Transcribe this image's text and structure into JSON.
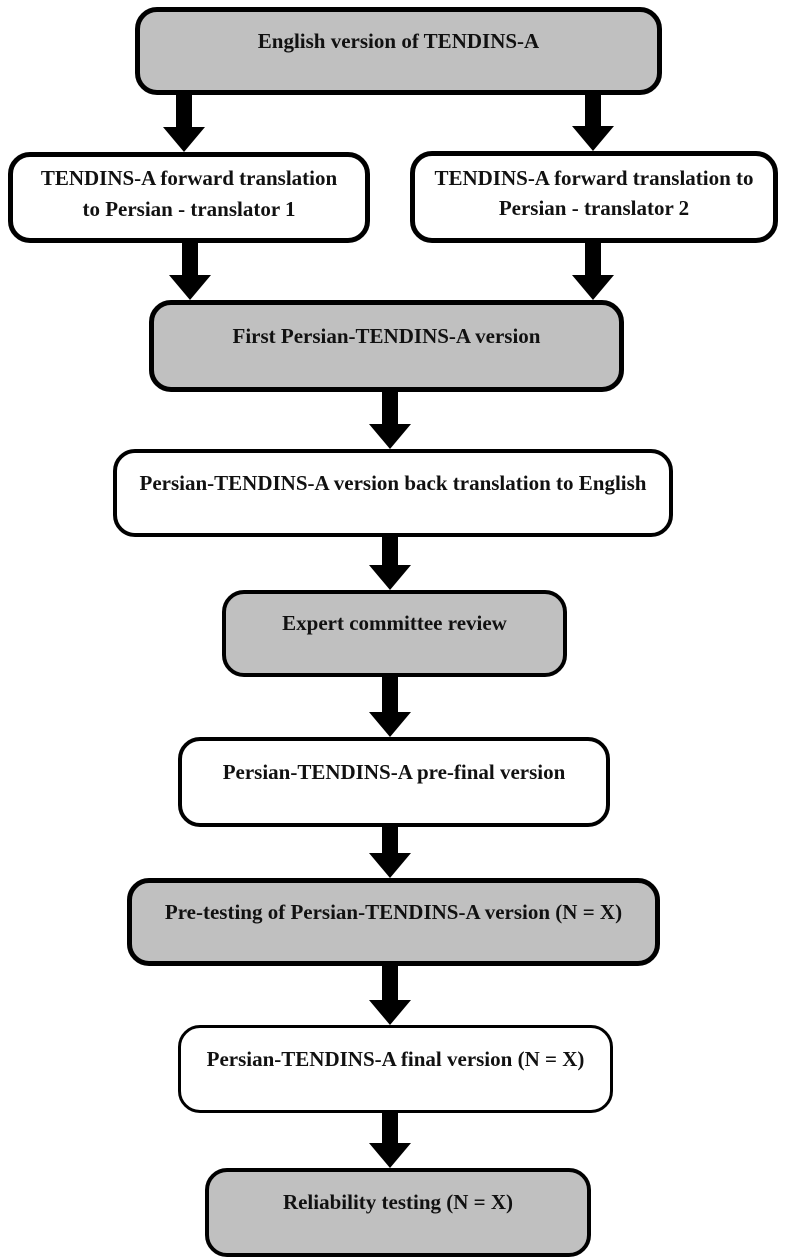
{
  "colors": {
    "node_gray": "#c0c0c0",
    "node_white": "#ffffff",
    "border": "#000000",
    "arrow": "#000000",
    "text": "#111111"
  },
  "nodes": [
    {
      "id": "english-version",
      "fill": "gray",
      "label": "English version of TENDINS-A",
      "lines": [
        "English version of TENDINS-A"
      ]
    },
    {
      "id": "forward-translation-translator-1",
      "fill": "white",
      "label": "TENDINS-A forward translation to Persian - translator 1",
      "lines": [
        "TENDINS-A forward translation",
        "to Persian - translator 1"
      ]
    },
    {
      "id": "forward-translation-translator-2",
      "fill": "white",
      "label": "TENDINS-A forward translation to Persian - translator 2",
      "lines": [
        "TENDINS-A forward translation to",
        "Persian - translator 2"
      ]
    },
    {
      "id": "first-persian-version",
      "fill": "gray",
      "label": "First Persian-TENDINS-A version",
      "lines": [
        "First Persian-TENDINS-A version"
      ]
    },
    {
      "id": "back-translation-to-english",
      "fill": "white",
      "label": "Persian-TENDINS-A version back translation to English",
      "lines": [
        "Persian-TENDINS-A version back translation to English"
      ]
    },
    {
      "id": "expert-committee-review",
      "fill": "gray",
      "label": "Expert committee review",
      "lines": [
        "Expert committee review"
      ]
    },
    {
      "id": "pre-final-version",
      "fill": "white",
      "label": "Persian-TENDINS-A pre-final version",
      "lines": [
        "Persian-TENDINS-A pre-final version"
      ]
    },
    {
      "id": "pre-testing",
      "fill": "gray",
      "label": "Pre-testing of Persian-TENDINS-A version (N = X)",
      "lines": [
        "Pre-testing of Persian-TENDINS-A version (N = X)"
      ]
    },
    {
      "id": "final-version",
      "fill": "white",
      "label": "Persian-TENDINS-A final version (N = X)",
      "lines": [
        "Persian-TENDINS-A final version (N = X)"
      ]
    },
    {
      "id": "reliability-testing",
      "fill": "gray",
      "label": "Reliability testing (N = X)",
      "lines": [
        "Reliability testing (N = X)"
      ]
    }
  ],
  "edges": [
    {
      "from": "english-version",
      "to": "forward-translation-translator-1"
    },
    {
      "from": "english-version",
      "to": "forward-translation-translator-2"
    },
    {
      "from": "forward-translation-translator-1",
      "to": "first-persian-version"
    },
    {
      "from": "forward-translation-translator-2",
      "to": "first-persian-version"
    },
    {
      "from": "first-persian-version",
      "to": "back-translation-to-english"
    },
    {
      "from": "back-translation-to-english",
      "to": "expert-committee-review"
    },
    {
      "from": "expert-committee-review",
      "to": "pre-final-version"
    },
    {
      "from": "pre-final-version",
      "to": "pre-testing"
    },
    {
      "from": "pre-testing",
      "to": "final-version"
    },
    {
      "from": "final-version",
      "to": "reliability-testing"
    }
  ]
}
